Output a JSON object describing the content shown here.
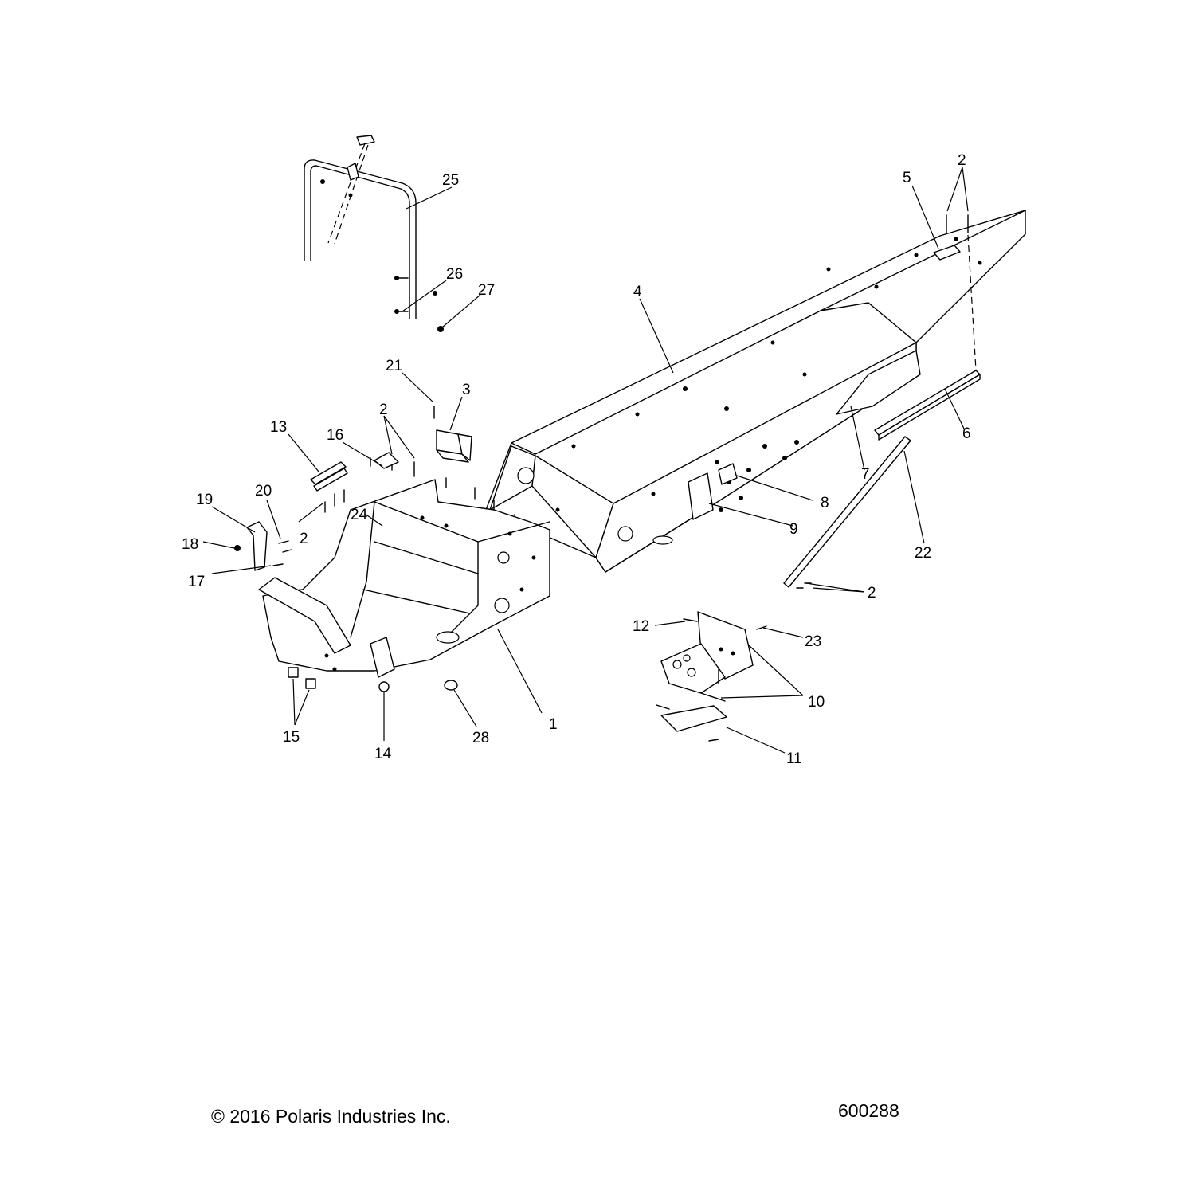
{
  "footer": {
    "copyright": "© 2016 Polaris Industries Inc.",
    "figure_id": "600288"
  },
  "callouts": {
    "c1": "1",
    "c2a": "2",
    "c2b": "2",
    "c2c": "2",
    "c2d": "2",
    "c3": "3",
    "c4": "4",
    "c5": "5",
    "c6": "6",
    "c7": "7",
    "c8": "8",
    "c9": "9",
    "c10": "10",
    "c11": "11",
    "c12": "12",
    "c13": "13",
    "c14": "14",
    "c15": "15",
    "c16": "16",
    "c17": "17",
    "c18": "18",
    "c19": "19",
    "c20": "20",
    "c21": "21",
    "c22": "22",
    "c23": "23",
    "c24": "24",
    "c25": "25",
    "c26": "26",
    "c27": "27",
    "c28": "28"
  }
}
